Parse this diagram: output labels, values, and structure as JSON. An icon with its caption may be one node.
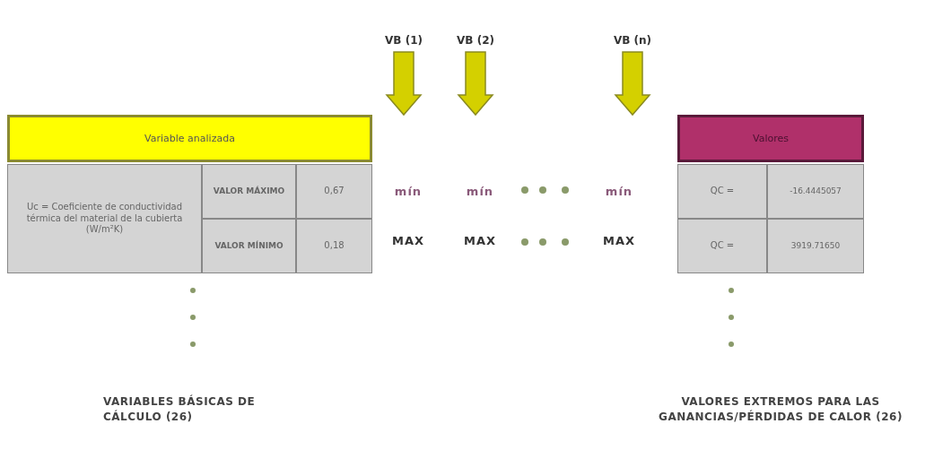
{
  "diagram": {
    "nodes": [
      {
        "text": [
          "VB (1)"
        ]
      },
      {
        "text": [
          "VB (2)"
        ]
      },
      {
        "text": [
          "VB (n)"
        ]
      },
      {
        "text": [
          "Variable analizada"
        ]
      },
      {
        "text": [
          "Valores"
        ]
      }
    ],
    "edges": [
      {
        "from": 0,
        "to": null,
        "arrow": "to",
        "style": "thick",
        "color": "#d4d000"
      },
      {
        "from": 1,
        "to": null,
        "arrow": "to",
        "style": "thick",
        "color": "#d4d000"
      },
      {
        "from": 2,
        "to": null,
        "arrow": "to",
        "style": "thick",
        "color": "#d4d000"
      }
    ],
    "labels": [
      "Uc = Coeficiente de conductividad térmica del material de la cubierta (W/m²K)",
      "VALOR MÁXIMO",
      "0,67",
      "VALOR MÍNIMO",
      "0,18",
      "mín",
      "mín",
      "mín",
      "MAX",
      "MAX",
      "MAX",
      "QC =",
      "-16.4445057",
      "QC =",
      "3919.71650",
      "VARIABLES BÁSICAS DE CÁLCULO (26)",
      "VALORES EXTREMOS PARA LAS GANANCIAS/PÉRDIDAS DE CALOR (26)"
    ]
  }
}
